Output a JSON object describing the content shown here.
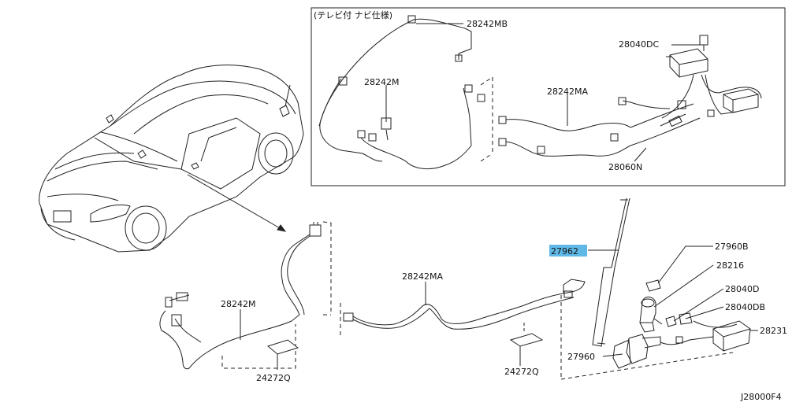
{
  "inset": {
    "note": "(テレビ付 ナビ仕様)",
    "labels": {
      "p28242MB": "28242MB",
      "p28040DC": "28040DC",
      "p28242M": "28242M",
      "p28242MA": "28242MA",
      "p28060N": "28060N"
    }
  },
  "main": {
    "labels": {
      "p28242M": "28242M",
      "p24272Q_left": "24272Q",
      "p28242MA": "28242MA",
      "p24272Q_right": "24272Q",
      "p27962": "27962",
      "p27960B": "27960B",
      "p28216": "28216",
      "p28040D": "28040D",
      "p28040DB": "28040DB",
      "p28231": "28231",
      "p27960": "27960"
    }
  },
  "footer": {
    "diagram_code": "J28000F4"
  },
  "colors": {
    "line": "#222222",
    "highlight": "#5fb8e6"
  }
}
